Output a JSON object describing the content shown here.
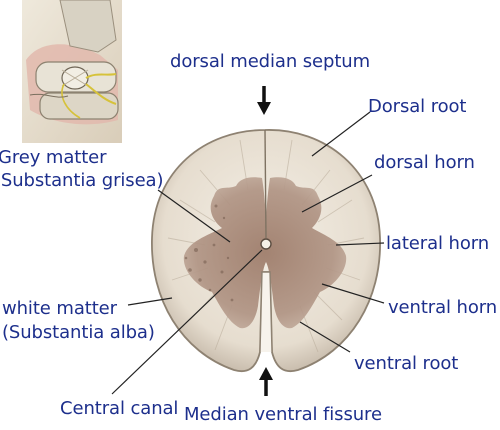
{
  "labels": {
    "dorsal_median_septum": "dorsal median septum",
    "dorsal_root": "Dorsal root",
    "dorsal_horn": "dorsal horn",
    "grey_matter_line1": "Grey matter",
    "grey_matter_line2": "(Substantia grisea)",
    "lateral_horn": "lateral horn",
    "white_matter_line1": "white matter",
    "white_matter_line2": "(Substantia alba)",
    "ventral_horn": "ventral horn",
    "ventral_root": "ventral root",
    "central_canal": "Central canal",
    "median_ventral_fissure": "Median ventral fissure"
  },
  "colors": {
    "label_text": "#1d2f8c",
    "leader_line": "#222222",
    "arrow": "#111111",
    "white_matter": "#e9e2d6",
    "grey_matter": "#a7897a"
  },
  "icons": {
    "thumbnail": "spinal-column-thumbnail"
  }
}
